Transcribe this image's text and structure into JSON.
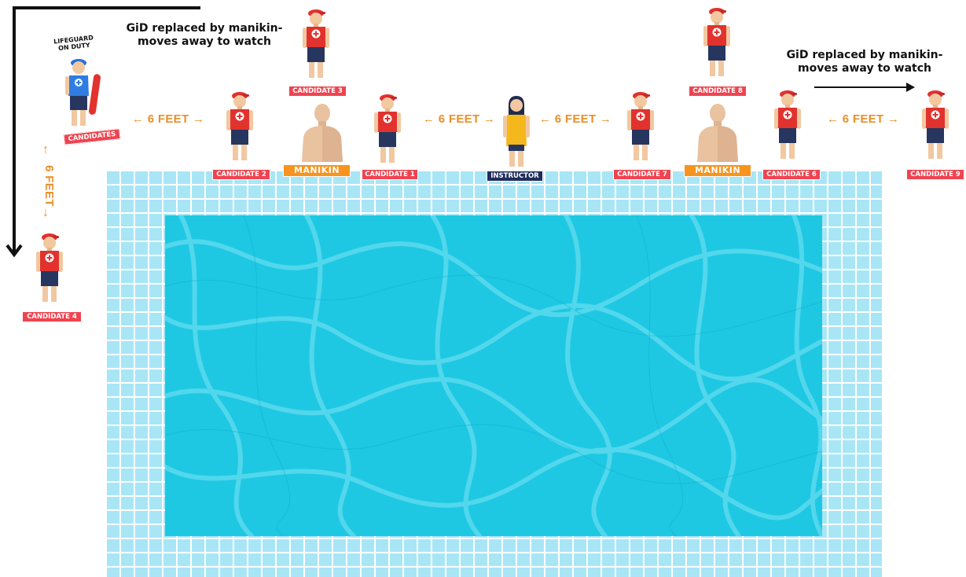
{
  "notes": {
    "left_line1": "GiD replaced by manikin-",
    "left_line2": "moves away to watch",
    "right_line1": "GiD replaced by manikin-",
    "right_line2": "moves away to watch"
  },
  "lifeguard": {
    "sign_line1": "LIFEGUARD",
    "sign_line2": "ON DUTY",
    "label": "CANDIDATES"
  },
  "distance_label": "6 FEET",
  "candidates": {
    "c1": "CANDIDATE 1",
    "c2": "CANDIDATE 2",
    "c3": "CANDIDATE 3",
    "c4": "CANDIDATE 4",
    "c6": "CANDIDATE 6",
    "c7": "CANDIDATE 7",
    "c8": "CANDIDATE 8",
    "c9": "CANDIDATE 9"
  },
  "manikins": {
    "left": "MANIKIN",
    "right": "MANIKIN"
  },
  "instructor": "INSTRUCTOR",
  "colors": {
    "red_label": "#ef4450",
    "orange_label": "#f7941d",
    "navy_label": "#1f2d5c",
    "distance": "#e8902a",
    "tile": "#a8e6f6",
    "water": "#1ec8e3"
  }
}
